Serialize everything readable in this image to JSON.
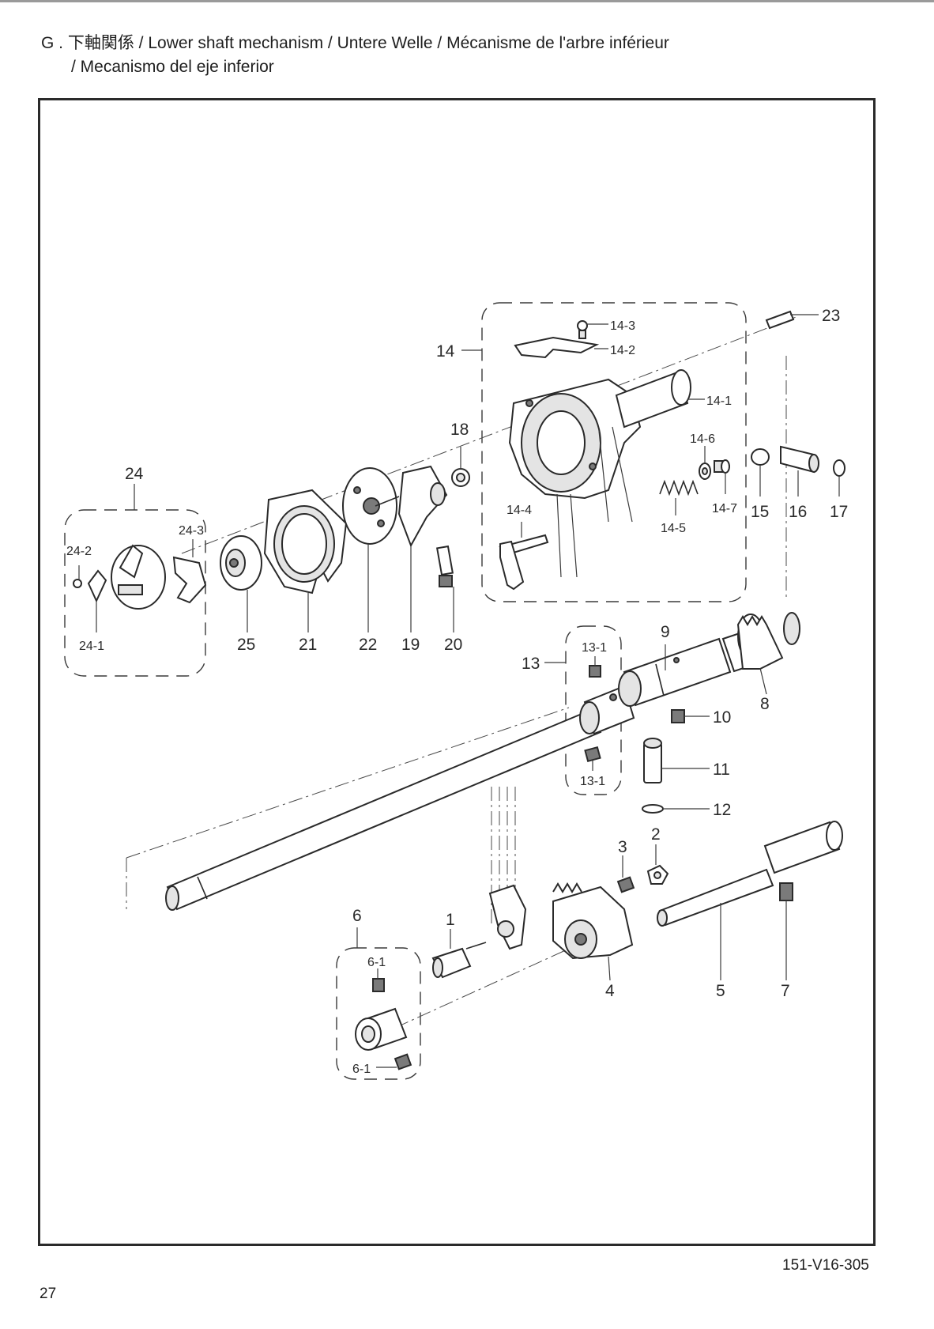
{
  "header": {
    "title_line1": "G . 下軸関係 / Lower shaft mechanism / Untere Welle / Mécanisme de l'arbre inférieur",
    "title_line2": "/ Mecanismo del eje inferior"
  },
  "footer": {
    "doc_code": "151-V16-305",
    "page_number": "27"
  },
  "parts": {
    "p1": "1",
    "p2": "2",
    "p3": "3",
    "p4": "4",
    "p5": "5",
    "p6": "6",
    "p6_1a": "6-1",
    "p6_1b": "6-1",
    "p7": "7",
    "p8": "8",
    "p9": "9",
    "p10": "10",
    "p11": "11",
    "p12": "12",
    "p13": "13",
    "p13_1a": "13-1",
    "p13_1b": "13-1",
    "p14": "14",
    "p14_1": "14-1",
    "p14_2": "14-2",
    "p14_3": "14-3",
    "p14_4": "14-4",
    "p14_5": "14-5",
    "p14_6": "14-6",
    "p14_7": "14-7",
    "p15": "15",
    "p16": "16",
    "p17": "17",
    "p18": "18",
    "p19": "19",
    "p20": "20",
    "p21": "21",
    "p22": "22",
    "p23": "23",
    "p24": "24",
    "p24_1": "24-1",
    "p24_2": "24-2",
    "p24_3": "24-3",
    "p25": "25"
  }
}
